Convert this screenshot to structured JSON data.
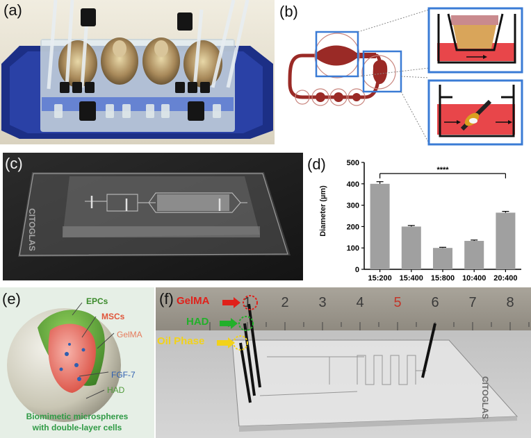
{
  "panels": {
    "a": {
      "label": "(a)"
    },
    "b": {
      "label": "(b)"
    },
    "c": {
      "label": "(c)",
      "slide_text": "CITOGLAS"
    },
    "d": {
      "label": "(d)"
    },
    "e": {
      "label": "(e)",
      "annotations": {
        "epcs": "EPCs",
        "mscs": "MSCs",
        "gelma": "GelMA",
        "fgf7": "FGF-7",
        "had": "HAD"
      },
      "caption_line1": "Biomimetic microspheres",
      "caption_line2": "with double-layer cells",
      "colors": {
        "epcs": "#3a8a2a",
        "mscs": "#e0553a",
        "gelma": "#e57b5c",
        "fgf7": "#2f5fb0",
        "had": "#4f9a3a",
        "caption": "#2f9a45"
      }
    },
    "f": {
      "label": "(f)",
      "inputs": [
        {
          "name": "GelMA",
          "color": "#e0201a"
        },
        {
          "name": "HAD",
          "color": "#22b02a"
        },
        {
          "name": "Oil Phase",
          "color": "#f2d21a"
        }
      ],
      "ruler_numbers": [
        "1",
        "2",
        "3",
        "4",
        "5",
        "6",
        "7",
        "8"
      ],
      "slide_text": "CITOGLAS"
    }
  },
  "chart_data": {
    "type": "bar",
    "categories": [
      "15:200",
      "15:400",
      "15:800",
      "10:400",
      "20:400"
    ],
    "values": [
      400,
      200,
      100,
      133,
      265
    ],
    "errors": [
      10,
      5,
      3,
      4,
      6
    ],
    "ylabel": "Diameter (µm)",
    "ylim": [
      0,
      500
    ],
    "yticks": [
      "0",
      "100",
      "200",
      "300",
      "400",
      "500"
    ],
    "significance": {
      "from": "15:200",
      "to": "20:400",
      "label": "****"
    },
    "bar_color": "#a0a0a0"
  }
}
